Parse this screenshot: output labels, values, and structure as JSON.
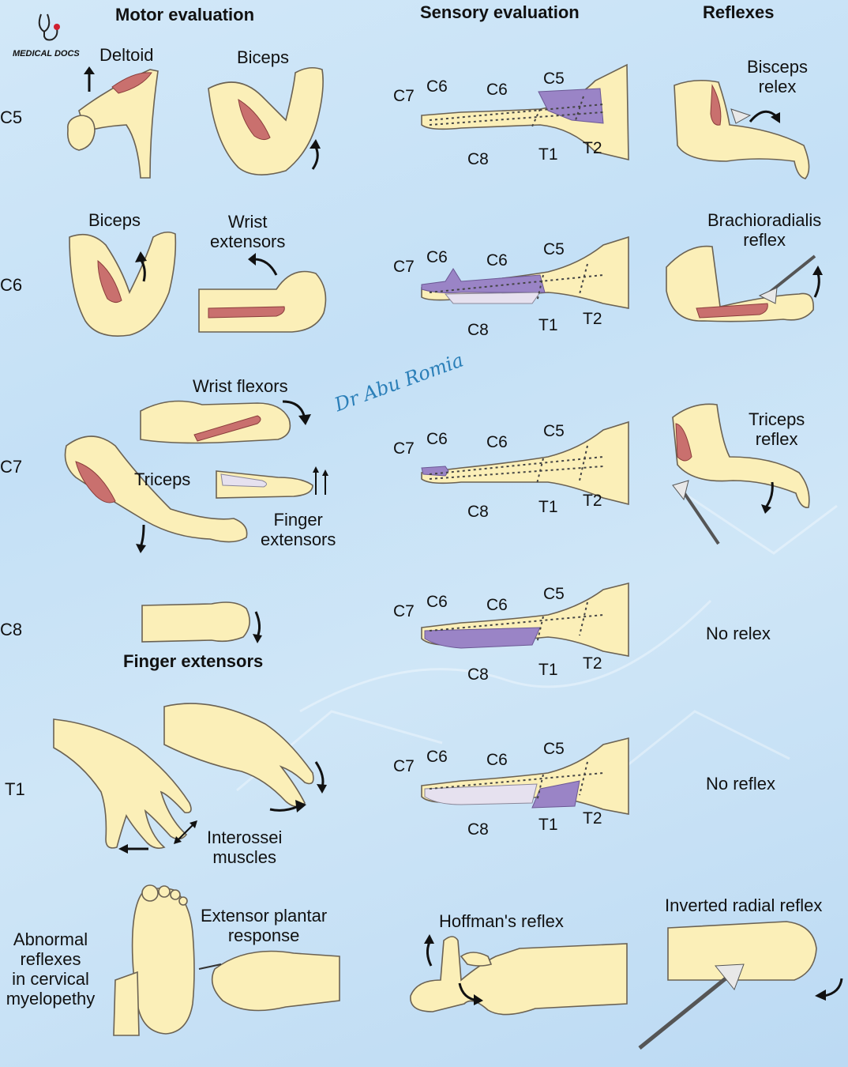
{
  "headers": {
    "motor": "Motor evaluation",
    "sensory": "Sensory evaluation",
    "reflexes": "Reflexes"
  },
  "logo": {
    "text": "MEDICAL DOCS"
  },
  "watermark": "Dr Abu Romia",
  "rows": {
    "c5": "C5",
    "c6": "C6",
    "c7": "C7",
    "c8": "C8",
    "t1": "T1"
  },
  "motor": {
    "c5_deltoid": "Deltoid",
    "c5_biceps": "Biceps",
    "c6_biceps": "Biceps",
    "c6_wrist_ext_1": "Wrist",
    "c6_wrist_ext_2": "extensors",
    "c7_wrist_flex": "Wrist flexors",
    "c7_triceps": "Triceps",
    "c7_finger_ext_1": "Finger",
    "c7_finger_ext_2": "extensors",
    "c8_finger_ext": "Finger extensors",
    "t1_interossei_1": "Interossei",
    "t1_interossei_2": "muscles"
  },
  "dermatome_labels": {
    "c7": "C7",
    "c6a": "C6",
    "c6b": "C6",
    "c5": "C5",
    "c8": "C8",
    "t1": "T1",
    "t2": "T2"
  },
  "reflexes": {
    "c5_1": "Bisceps",
    "c5_2": "relex",
    "c6_1": "Brachioradialis",
    "c6_2": "reflex",
    "c7_1": "Triceps",
    "c7_2": "reflex",
    "c8": "No relex",
    "t1": "No reflex"
  },
  "abnormal": {
    "title_1": "Abnormal",
    "title_2": "reflexes",
    "title_3": "in cervical",
    "title_4": "myelopethy",
    "plantar_1": "Extensor plantar",
    "plantar_2": "response",
    "hoffman": "Hoffman's reflex",
    "inverted": "Inverted radial reflex"
  },
  "colors": {
    "background": "#c8e2f6",
    "skin": "#fbefb8",
    "muscle": "#c9706e",
    "dermatome": "#9a84c6",
    "watermark": "#2b7fb8"
  }
}
